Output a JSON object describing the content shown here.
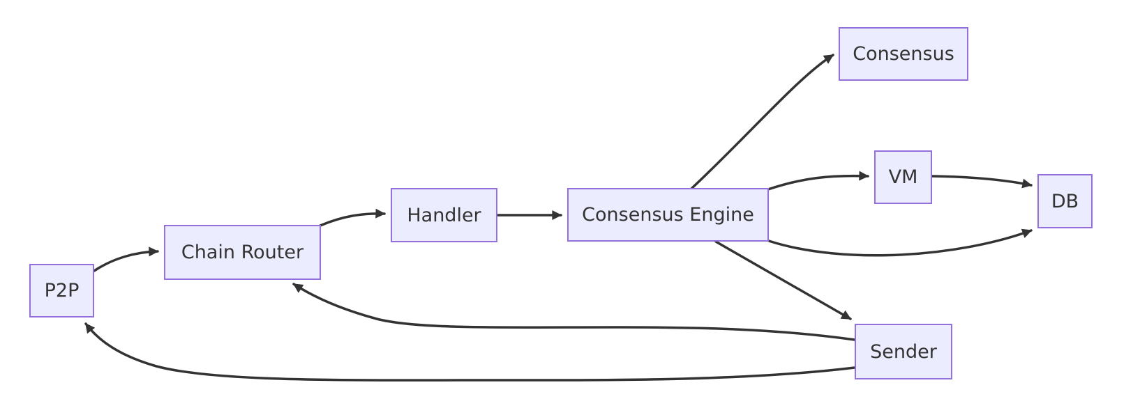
{
  "diagram": {
    "type": "flowchart",
    "direction": "left-to-right",
    "nodes": {
      "p2p": {
        "label": "P2P"
      },
      "chain_router": {
        "label": "Chain Router"
      },
      "handler": {
        "label": "Handler"
      },
      "consensus_engine": {
        "label": "Consensus Engine"
      },
      "consensus": {
        "label": "Consensus"
      },
      "vm": {
        "label": "VM"
      },
      "db": {
        "label": "DB"
      },
      "sender": {
        "label": "Sender"
      }
    },
    "edges": [
      {
        "from": "P2P",
        "to": "Chain Router"
      },
      {
        "from": "Chain Router",
        "to": "Handler"
      },
      {
        "from": "Handler",
        "to": "Consensus Engine"
      },
      {
        "from": "Consensus Engine",
        "to": "Consensus"
      },
      {
        "from": "Consensus Engine",
        "to": "VM"
      },
      {
        "from": "VM",
        "to": "DB"
      },
      {
        "from": "Consensus Engine",
        "to": "DB"
      },
      {
        "from": "Consensus Engine",
        "to": "Sender"
      },
      {
        "from": "Sender",
        "to": "Chain Router"
      },
      {
        "from": "Sender",
        "to": "P2P"
      }
    ],
    "colors": {
      "node_fill": "#ECECFF",
      "node_border": "#9370DB",
      "edge_stroke": "#333333",
      "label_text": "#333333",
      "background": "#FFFFFF"
    }
  }
}
